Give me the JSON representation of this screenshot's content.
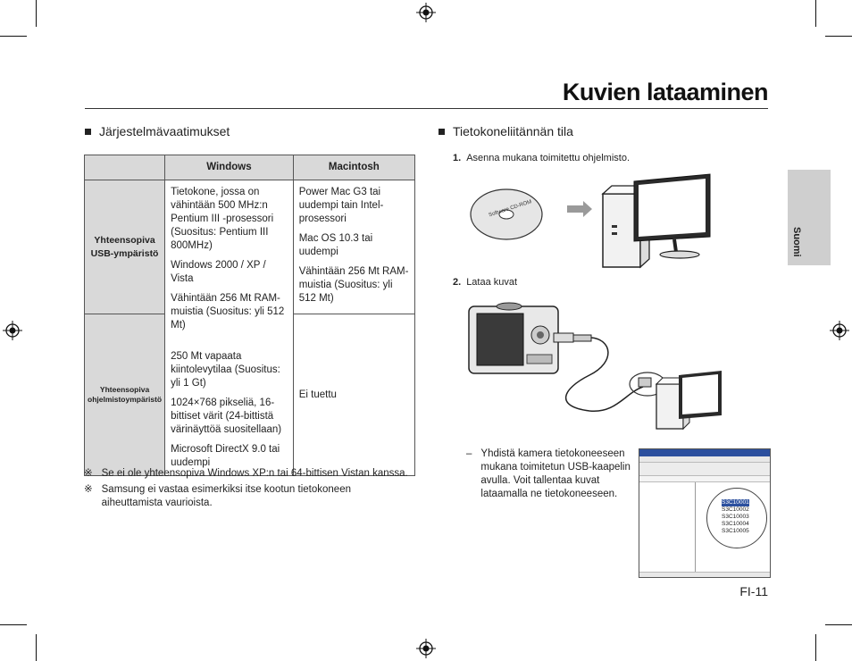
{
  "page": {
    "title": "Kuvien lataaminen",
    "side_tab": "Suomi",
    "page_number": "FI-11"
  },
  "left": {
    "heading": "Järjestelmävaatimukset",
    "table": {
      "col_windows": "Windows",
      "col_mac": "Macintosh",
      "row1_label": "Yhteensopiva USB-ympäristö",
      "row2_label": "Yhteensopiva ohjelmistoympäristö",
      "win_items": [
        "Tietokone, jossa on vähintään 500 MHz:n Pentium III -prosessori (Suositus: Pentium III 800MHz)",
        "Windows 2000 / XP / Vista",
        "Vähintään 256 Mt RAM-muistia (Suositus: yli 512 Mt)",
        "250 Mt vapaata kiintolevytilaa (Suositus: yli 1 Gt)",
        "1024×768 pikseliä, 16-bittiset värit (24-bittistä värinäyttöä suositellaan)",
        "Microsoft DirectX 9.0 tai uudempi"
      ],
      "mac_items": [
        "Power Mac G3 tai uudempi tain Intel-prosessori",
        "Mac OS 10.3 tai uudempi",
        "Vähintään 256 Mt RAM-muistia (Suositus: yli 512 Mt)"
      ],
      "mac_row2": "Ei tuettu"
    },
    "notes": [
      "Se ei ole yhteensopiva Windows XP:n tai 64-bittisen Vistan kanssa.",
      "Samsung ei vastaa esimerkiksi itse kootun tietokoneen aiheuttamista vaurioista."
    ],
    "note_mark": "※"
  },
  "right": {
    "heading": "Tietokoneliitännän tila",
    "step1_num": "1.",
    "step1": "Asenna mukana toimitettu ohjelmisto.",
    "cd_label": "Software CD-ROM",
    "step2_num": "2.",
    "step2": "Lataa kuvat",
    "dash": "–",
    "dash_text": "Yhdistä kamera tietokoneeseen mukana toimitetun USB-kaapelin avulla. Voit tallentaa kuvat lataamalla ne tietokoneeseen.",
    "explorer_files": [
      "S3C10001",
      "S3C10002",
      "S3C10003",
      "S3C10004",
      "S3C10005"
    ]
  },
  "colors": {
    "header_gray": "#d9d9d9",
    "tab_gray": "#cfcfcf",
    "text": "#222222"
  }
}
